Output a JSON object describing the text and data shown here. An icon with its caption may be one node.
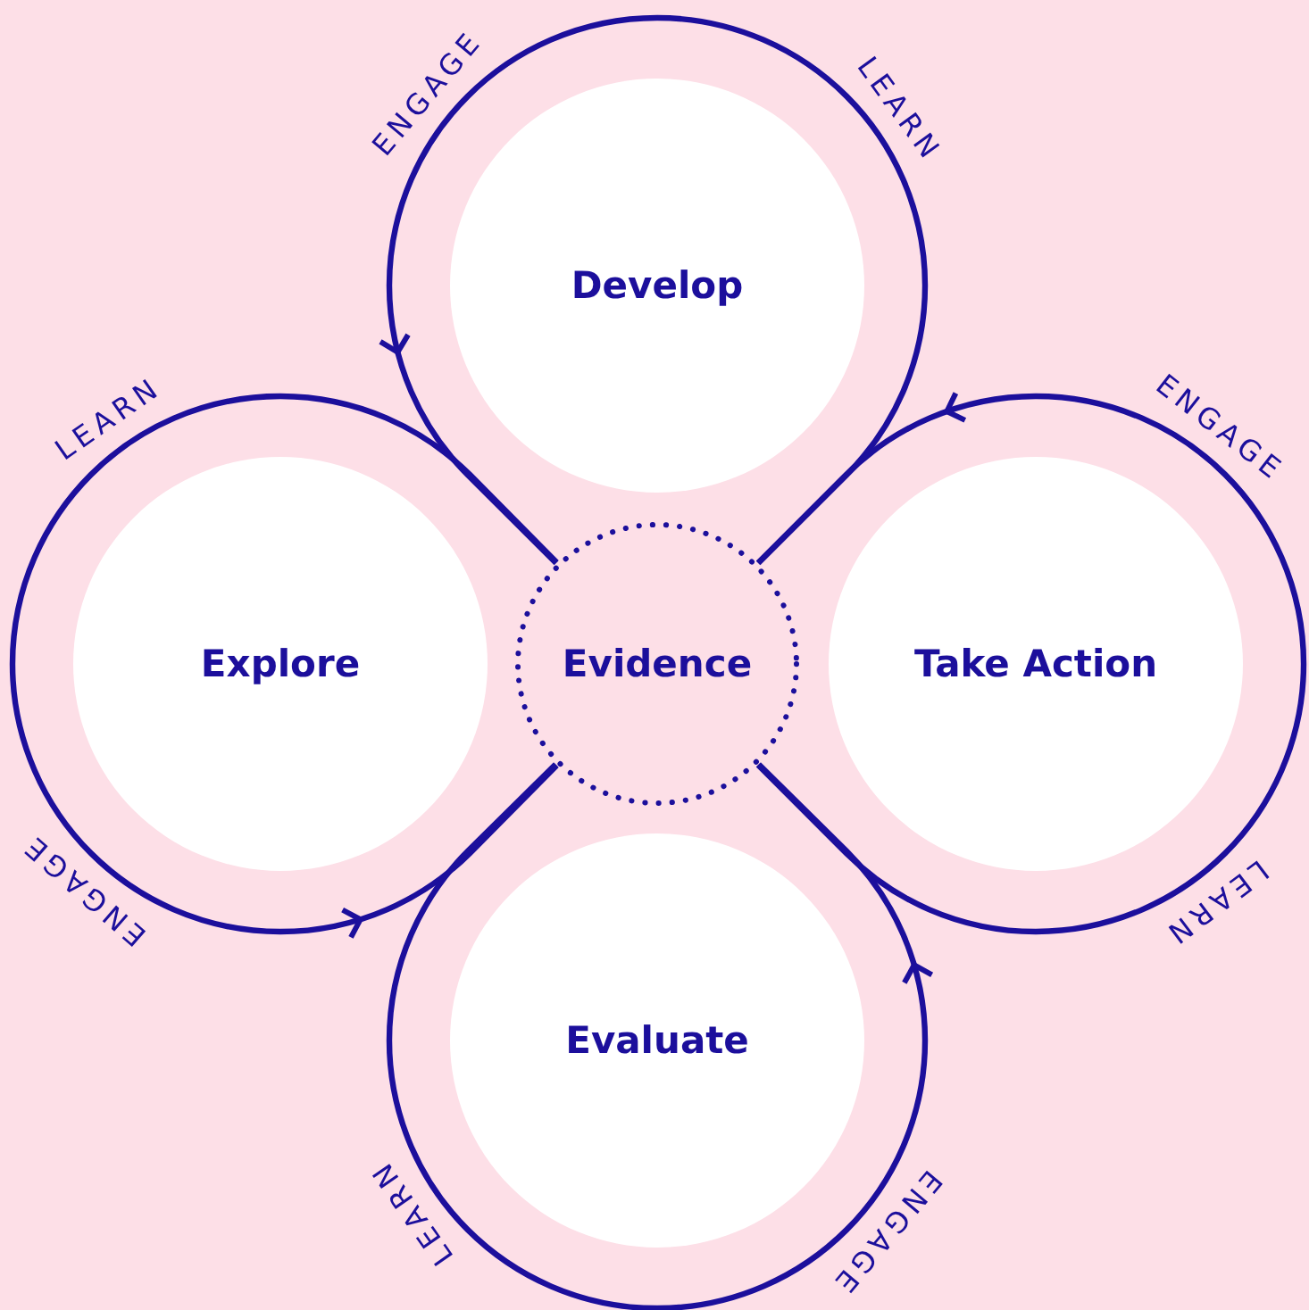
{
  "diagram": {
    "nodes": [
      {
        "text": [
          "Develop"
        ]
      },
      {
        "text": [
          "Explore"
        ]
      },
      {
        "text": [
          "Evidence"
        ]
      },
      {
        "text": [
          "Take Action"
        ]
      },
      {
        "text": [
          "Evaluate"
        ]
      }
    ],
    "labels": [
      "ENGAGE",
      "LEARN",
      "LEARN",
      "ENGAGE",
      "ENGAGE",
      "LEARN",
      "LEARN",
      "ENGAGE"
    ]
  }
}
